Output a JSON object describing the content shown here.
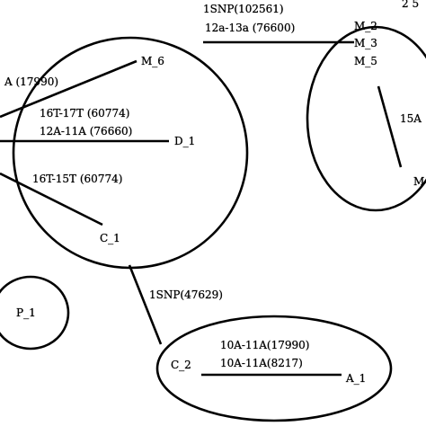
{
  "colors": {
    "line": "#000000",
    "background": "#ffffff"
  },
  "nodes": {
    "m6": "M_6",
    "d1": "D_1",
    "c1": "C_1",
    "m2": "M_2",
    "m3": "M_3",
    "m5": "M_5",
    "m_partial": "M",
    "top_right_partial": "2 5",
    "p1": "P_1",
    "c2": "C_2",
    "a1": "A_1"
  },
  "edge_labels": {
    "top_snp": "1SNP(102561)",
    "top_12a": "12a-13a (76600)",
    "left_a": "A (17990)",
    "mid_16t17t": "16T-17T  (60774)",
    "mid_12a11a": "12A-11A (76660)",
    "mid_16t15t": "16T-15T (60774)",
    "right_15a": "15A",
    "bottom_snp": "1SNP(47629)",
    "bottom_10a_a": "10A-11A(17990)",
    "bottom_10a_b": "10A-11A(8217)"
  }
}
